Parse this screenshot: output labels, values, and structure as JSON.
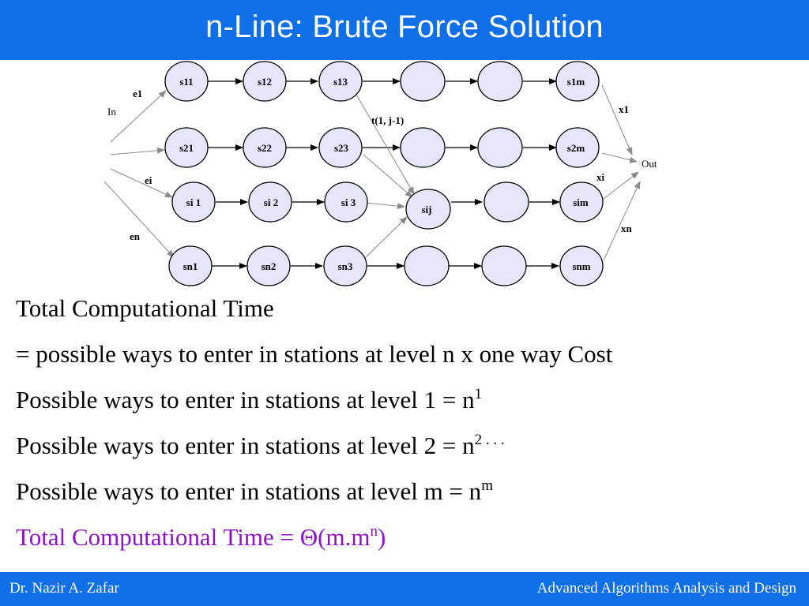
{
  "slide": {
    "title": "n-Line: Brute Force Solution"
  },
  "diagram": {
    "entry_label": "In",
    "exit_label": "Out",
    "entry_costs": {
      "e1": "e1",
      "ei": "ei",
      "en": "en"
    },
    "exit_costs": {
      "x1": "x1",
      "xi": "xi",
      "xn": "xn"
    },
    "transfer_label": "t(1, j-1)",
    "rows": [
      [
        "s11",
        "s12",
        "s13",
        "",
        "",
        "s1m"
      ],
      [
        "s21",
        "s22",
        "s23",
        "",
        "",
        "s2m"
      ],
      [
        "si 1",
        "si 2",
        "si 3",
        "sij",
        "",
        "sim"
      ],
      [
        "sn1",
        "sn2",
        "sn3",
        "",
        "",
        "snm"
      ]
    ]
  },
  "body": {
    "line1": "Total Computational Time",
    "line2": "= possible ways to enter in stations at level n x one way Cost",
    "line3_text": "Possible ways to enter in stations at level 1 = n",
    "line3_sup": "1",
    "line4_text": "Possible ways to enter in stations at level 2 = n",
    "line4_sup": "2 . . .",
    "line5_text": "Possible ways to enter in stations at level m = n",
    "line5_sup": "m",
    "line6_text": "Total Computational Time = Θ(m.m",
    "line6_sup": "n",
    "line6_end": ")"
  },
  "footer": {
    "author": "Dr. Nazir A. Zafar",
    "course": "Advanced Algorithms Analysis and Design"
  },
  "colors": {
    "bar_blue": "#0f6fe8",
    "node_fill": "#e6e6fb",
    "highlight_purple": "#8b14c9"
  }
}
